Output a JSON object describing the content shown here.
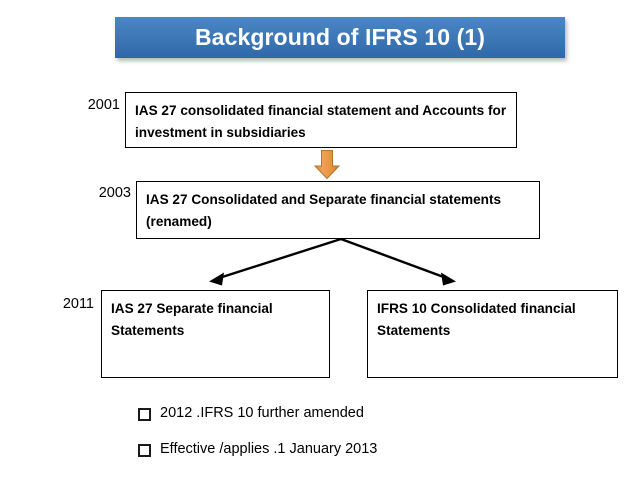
{
  "slide": {
    "title": "Background of IFRS 10 (1)",
    "title_bar_color": "#3f79b8",
    "title_text_color": "#ffffff"
  },
  "timeline": {
    "years": [
      {
        "label": "2001"
      },
      {
        "label": "2003"
      },
      {
        "label": "2011"
      }
    ],
    "boxes": [
      {
        "year": "2001",
        "text": "IAS 27 consolidated financial statement and Accounts for investment in subsidiaries"
      },
      {
        "year": "2003",
        "text": "IAS 27 Consolidated and Separate financial statements (renamed)"
      },
      {
        "year": "2011",
        "text": "IAS 27 Separate financial Statements"
      },
      {
        "year": "2011",
        "text": "IFRS 10 Consolidated financial Statements"
      }
    ],
    "connectors": {
      "down_arrow_color": "#e8933a",
      "branch_arrow_color": "#000000"
    }
  },
  "notes": {
    "bullets": [
      {
        "text": "2012 .IFRS 10 further amended"
      },
      {
        "text": "Effective /applies .1 January 2013"
      }
    ],
    "bullet_glyph": "hollow-square"
  }
}
